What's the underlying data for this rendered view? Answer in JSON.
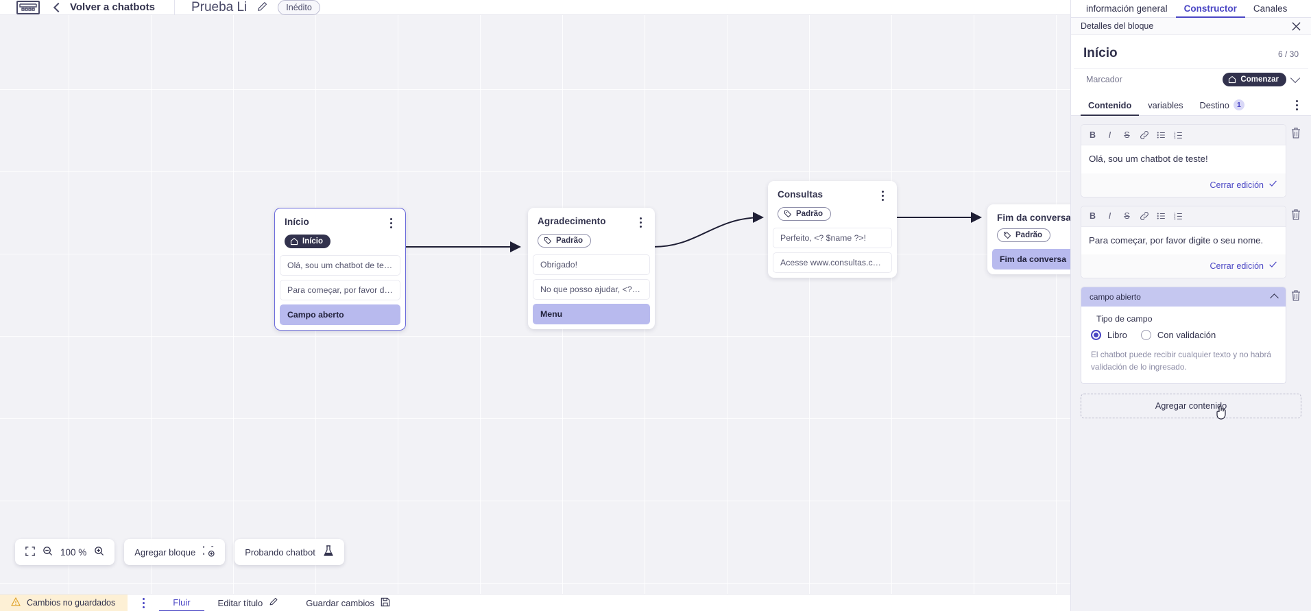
{
  "topbar": {
    "logo_icon": "vtex-logo-icon",
    "back_label": "Volver a chatbots",
    "bot_title": "Prueba Li",
    "edit_icon": "pencil-icon",
    "status_pill": "Inédito"
  },
  "canvas": {
    "nodes": [
      {
        "title": "Início",
        "badge": "Início",
        "badge_type": "dark",
        "badge_icon": "home-icon",
        "selected": true,
        "items": [
          {
            "text": "Olá, sou um chatbot de teste!",
            "highlight": false
          },
          {
            "text": "Para começar, por favor digite o ...",
            "highlight": false
          },
          {
            "text": "Campo aberto",
            "highlight": true
          }
        ]
      },
      {
        "title": "Agradecimento",
        "badge": "Padrão",
        "badge_type": "outline",
        "badge_icon": "tag-icon",
        "selected": false,
        "items": [
          {
            "text": "Obrigado!",
            "highlight": false
          },
          {
            "text": "No que posso ajudar, <? $name ...",
            "highlight": false
          },
          {
            "text": "Menu",
            "highlight": true
          }
        ]
      },
      {
        "title": "Consultas",
        "badge": "Padrão",
        "badge_type": "outline",
        "badge_icon": "tag-icon",
        "selected": false,
        "items": [
          {
            "text": "Perfeito, <? $name ?>!",
            "highlight": false
          },
          {
            "text": "Acesse www.consultas.com par...",
            "highlight": false
          }
        ]
      },
      {
        "title": "Fim da conversa",
        "badge": "Padrão",
        "badge_type": "outline",
        "badge_icon": "tag-icon",
        "selected": false,
        "items": [
          {
            "text": "Fim da conversa",
            "highlight": true
          }
        ]
      }
    ]
  },
  "float_toolbar": {
    "fit_icon": "fit-screen-icon",
    "zoom_out_icon": "zoom-out-icon",
    "zoom_value": "100 %",
    "zoom_in_icon": "zoom-in-icon",
    "add_block_label": "Agregar bloque",
    "add_block_icon": "add-block-icon",
    "test_bot_label": "Probando chatbot",
    "test_bot_icon": "flask-icon"
  },
  "statusbar": {
    "unsaved_label": "Cambios no guardados",
    "warning_icon": "warning-triangle-icon",
    "kebab_icon": "kebab-icon",
    "flow_label": "Fluir",
    "edit_title_label": "Editar título",
    "edit_title_icon": "pencil-icon",
    "save_label": "Guardar cambios",
    "save_icon": "save-disk-icon"
  },
  "panel": {
    "tabs": [
      {
        "label": "información general",
        "active": false
      },
      {
        "label": "Constructor",
        "active": true
      },
      {
        "label": "Canales",
        "active": false
      }
    ],
    "subhead": "Detalles del bloque",
    "close_icon": "close-icon",
    "block_title": "Início",
    "block_count": "6 / 30",
    "marker_label": "Marcador",
    "marker_value": "Comenzar",
    "marker_icon": "home-icon",
    "marker_chevron": "chevron-down-icon",
    "content_tabs": [
      {
        "label": "Contenido",
        "active": true,
        "badge": ""
      },
      {
        "label": "variables",
        "active": false,
        "badge": ""
      },
      {
        "label": "Destino",
        "active": false,
        "badge": "1"
      }
    ],
    "content_kebab_icon": "kebab-icon",
    "editor_toolbar": [
      {
        "icon": "bold-icon",
        "glyph": "B"
      },
      {
        "icon": "italic-icon",
        "glyph": "I"
      },
      {
        "icon": "strikethrough-icon",
        "glyph": "S"
      },
      {
        "icon": "link-icon",
        "glyph": "🔗"
      },
      {
        "icon": "bullet-list-icon",
        "glyph": "☰"
      },
      {
        "icon": "numbered-list-icon",
        "glyph": "☷"
      }
    ],
    "blocks": [
      {
        "text": "Olá, sou um chatbot de teste!",
        "close_label": "Cerrar edición",
        "delete_icon": "trash-icon"
      },
      {
        "text": "Para começar, por favor digite o seu nome.",
        "close_label": "Cerrar edición",
        "delete_icon": "trash-icon"
      }
    ],
    "field": {
      "header_label": "campo abierto",
      "collapse_icon": "chevron-up-icon",
      "delete_icon": "trash-icon",
      "legend": "Tipo de campo",
      "options": [
        {
          "label": "Libro",
          "selected": true
        },
        {
          "label": "Con validación",
          "selected": false
        }
      ],
      "description": "El chatbot puede recibir cualquier texto y no habrá validación de lo ingresado."
    },
    "add_content_label": "Agregar contenido"
  },
  "colors": {
    "accent": "#4945c4",
    "dark": "#32324d",
    "highlight": "#b8baee",
    "panel_bg": "#f1f1f6",
    "warning_bg": "#fdf0d5",
    "field_head": "#c5c7f0"
  }
}
